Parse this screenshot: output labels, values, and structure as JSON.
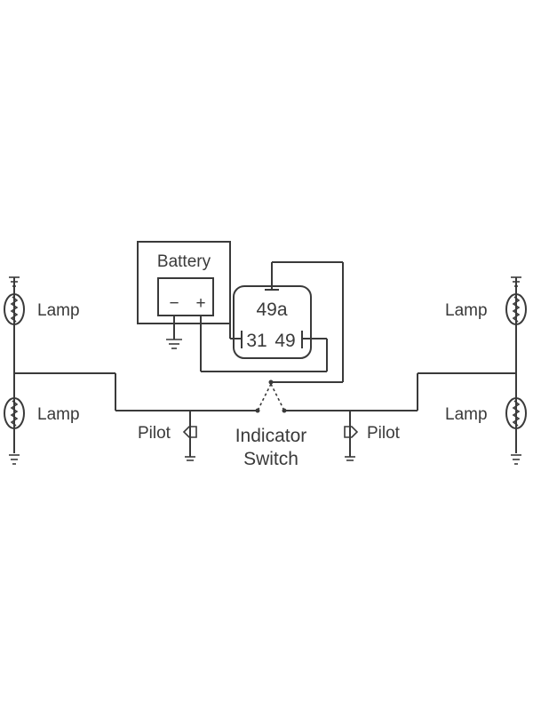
{
  "labels": {
    "battery": "Battery",
    "battery_minus": "−",
    "battery_plus": "+",
    "flasher_top": "49a",
    "flasher_left": "31",
    "flasher_right": "49",
    "lamp": "Lamp",
    "pilot": "Pilot",
    "switch_line1": "Indicator",
    "switch_line2": "Switch"
  },
  "icons": [
    "lamp-icon",
    "ground-icon",
    "pilot-arrow-icon",
    "switch-contact-icon"
  ],
  "colors": {
    "line": "#3a3a3a",
    "background": "#ffffff"
  }
}
